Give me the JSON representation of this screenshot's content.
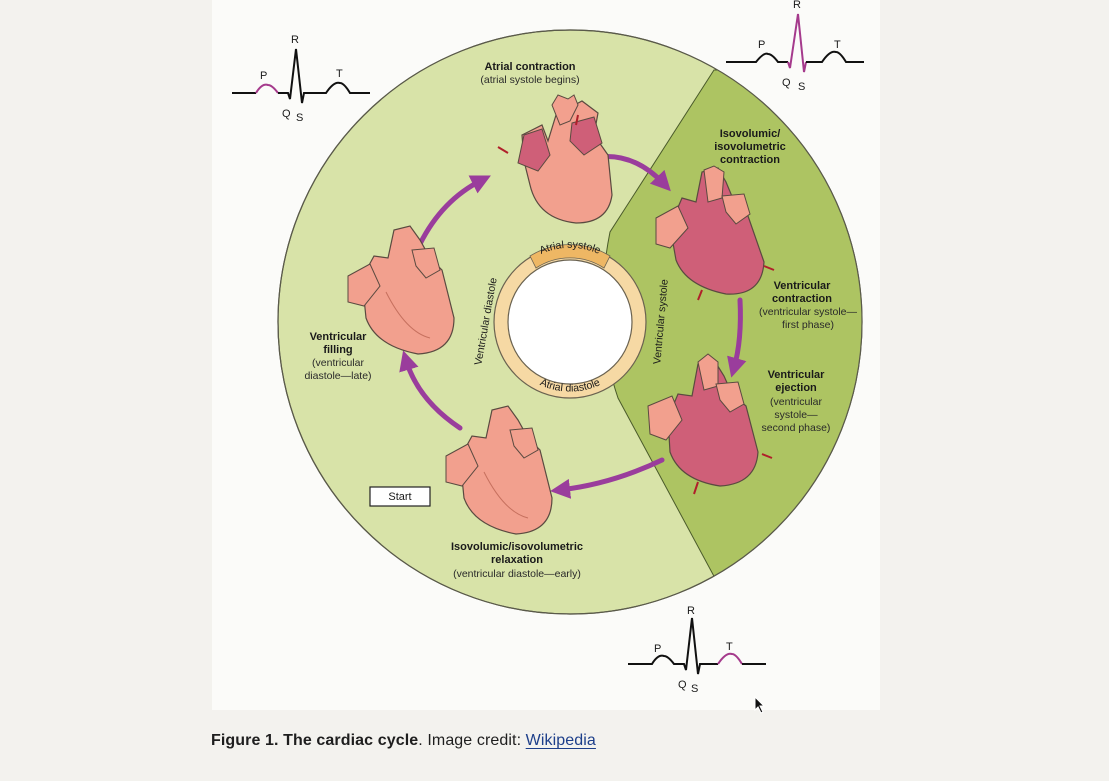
{
  "figure": {
    "start_label": "Start",
    "inner_ring": {
      "atrial_systole": "Atrial systole",
      "atrial_diastole": "Atrial diastole",
      "ventricular_diastole": "Ventricular diastole",
      "ventricular_systole": "Ventricular systole"
    },
    "stages": [
      {
        "title_lines": [
          "Atrial contraction"
        ],
        "detail_lines": [
          "(atrial systole begins)"
        ]
      },
      {
        "title_lines": [
          "Isovolumic/",
          "isovolumetric",
          "contraction"
        ],
        "detail_lines": []
      },
      {
        "title_lines": [
          "Ventricular",
          "contraction"
        ],
        "detail_lines": [
          "(ventricular systole—",
          "first phase)"
        ]
      },
      {
        "title_lines": [
          "Ventricular",
          "ejection"
        ],
        "detail_lines": [
          "(ventricular",
          "systole—",
          "second phase)"
        ]
      },
      {
        "title_lines": [
          "Isovolumic/isovolumetric",
          "relaxation"
        ],
        "detail_lines": [
          "(ventricular diastole—early)"
        ]
      },
      {
        "title_lines": [
          "Ventricular",
          "filling"
        ],
        "detail_lines": [
          "(ventricular",
          "diastole—late)"
        ]
      }
    ],
    "ecg_traces": [
      {
        "position": "top-left",
        "highlight": "P",
        "labels": [
          "P",
          "R",
          "Q",
          "S",
          "T"
        ]
      },
      {
        "position": "top-right",
        "highlight": "QRS",
        "labels": [
          "P",
          "R",
          "Q",
          "S",
          "T"
        ]
      },
      {
        "position": "bottom-center",
        "highlight": "T",
        "labels": [
          "P",
          "R",
          "Q",
          "S",
          "T"
        ]
      }
    ],
    "colors": {
      "diastole_sector": "#d8e3a8",
      "systole_sector": "#adc462",
      "arrow": "#9a3d9c",
      "ecg_highlight": "#a53a8c",
      "ring": "#f6d9a4",
      "ring_tab": "#eeb764",
      "heart_light": "#f2a08e",
      "heart_dark": "#cf5f78"
    }
  },
  "caption": {
    "bold_text": "Figure 1. The cardiac cycle",
    "text": ". Image credit: ",
    "link_text": "Wikipedia"
  }
}
